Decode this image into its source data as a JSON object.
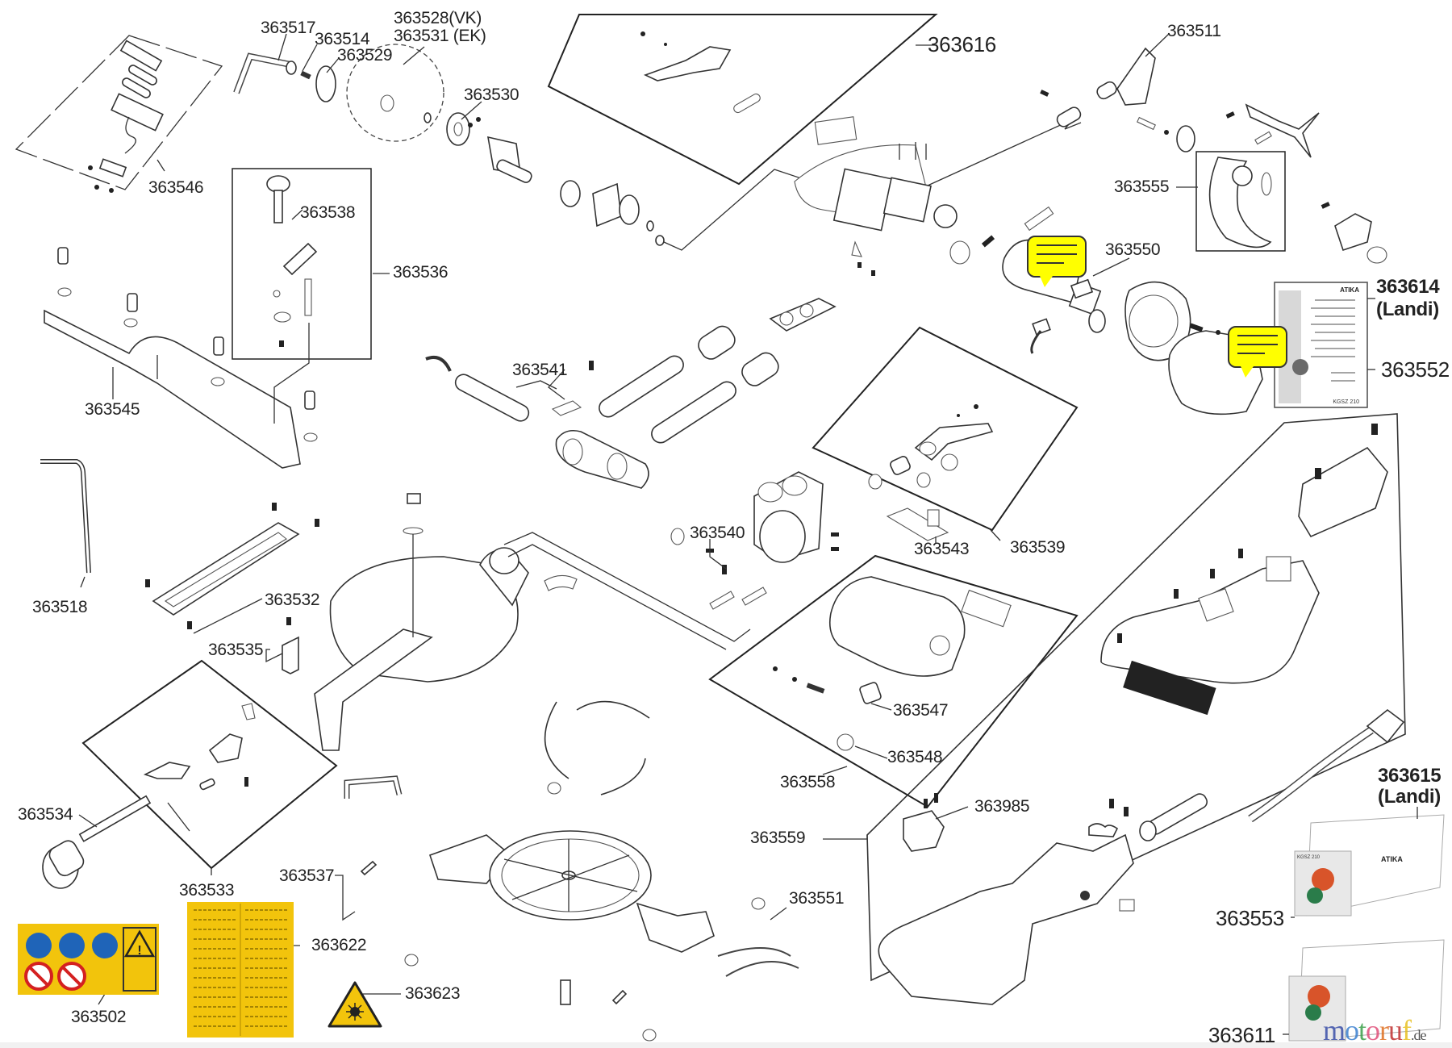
{
  "diagram": {
    "title": "ATIKA KGSZ 210 exploded parts diagram",
    "labels": [
      {
        "id": "363517",
        "text": "363517"
      },
      {
        "id": "363514",
        "text": "363514"
      },
      {
        "id": "363529",
        "text": "363529"
      },
      {
        "id": "363528",
        "text": "363528(VK)"
      },
      {
        "id": "363531",
        "text": "363531 (EK)"
      },
      {
        "id": "363616",
        "text": "363616"
      },
      {
        "id": "363511",
        "text": "363511"
      },
      {
        "id": "363546",
        "text": "363546"
      },
      {
        "id": "363530",
        "text": "363530"
      },
      {
        "id": "363538",
        "text": "363538"
      },
      {
        "id": "363536",
        "text": "363536"
      },
      {
        "id": "363555",
        "text": "363555"
      },
      {
        "id": "363550",
        "text": "363550"
      },
      {
        "id": "363614",
        "text": "363614"
      },
      {
        "id": "363614-note",
        "text": "(Landi)"
      },
      {
        "id": "363552",
        "text": "363552"
      },
      {
        "id": "363545",
        "text": "363545"
      },
      {
        "id": "363541",
        "text": "363541"
      },
      {
        "id": "363518",
        "text": "363518"
      },
      {
        "id": "363532",
        "text": "363532"
      },
      {
        "id": "363540",
        "text": "363540"
      },
      {
        "id": "363543",
        "text": "363543"
      },
      {
        "id": "363539",
        "text": "363539"
      },
      {
        "id": "363535",
        "text": "363535"
      },
      {
        "id": "363547",
        "text": "363547"
      },
      {
        "id": "363548",
        "text": "363548"
      },
      {
        "id": "363558",
        "text": "363558"
      },
      {
        "id": "363534",
        "text": "363534"
      },
      {
        "id": "363985",
        "text": "363985"
      },
      {
        "id": "363615",
        "text": "363615"
      },
      {
        "id": "363615-note",
        "text": "(Landi)"
      },
      {
        "id": "363559",
        "text": "363559"
      },
      {
        "id": "363533",
        "text": "363533"
      },
      {
        "id": "363537",
        "text": "363537"
      },
      {
        "id": "363551",
        "text": "363551"
      },
      {
        "id": "363553",
        "text": "363553"
      },
      {
        "id": "363622",
        "text": "363622"
      },
      {
        "id": "363623",
        "text": "363623"
      },
      {
        "id": "363502",
        "text": "363502"
      },
      {
        "id": "363611",
        "text": "363611"
      }
    ],
    "manual_brand": "ATIKA",
    "manual_model": "KGSZ 210",
    "box_brand": "ATIKA",
    "box_model": "KGSZ 210",
    "colors": {
      "note_yellow": "#ffff00",
      "sticker_yellow": "#f2c40c",
      "mandatory_blue": "#1f64b8",
      "prohibition_red": "#d42020",
      "line": "#333333"
    }
  },
  "watermark": {
    "letters": [
      "m",
      "o",
      "t",
      "o",
      "r",
      "u",
      "f"
    ],
    "colors": [
      "#3a4fa8",
      "#3a7fd0",
      "#3aa04a",
      "#e0507a",
      "#e07020",
      "#c03030",
      "#e8c020"
    ],
    "suffix": ".de"
  }
}
